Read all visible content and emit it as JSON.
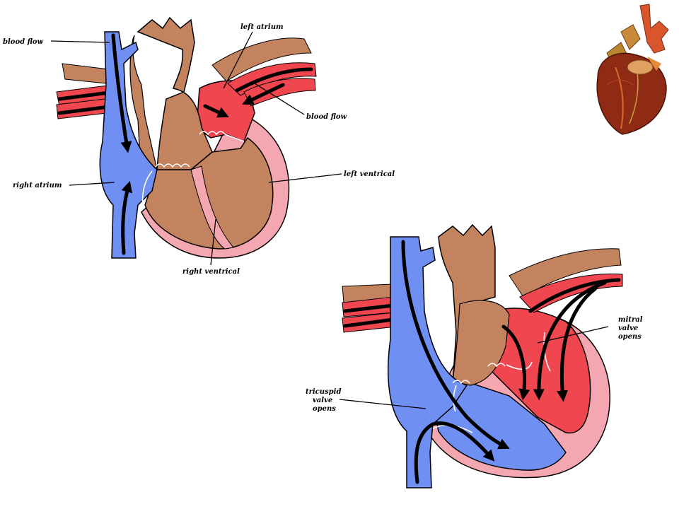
{
  "colors": {
    "vein_blue": "#6f8ff2",
    "artery_red": "#f0464f",
    "tissue_brown": "#c4835f",
    "muscle_pink": "#f4a7b1",
    "outline": "#000000"
  },
  "diagram1": {
    "labels": {
      "blood_flow_left": "blood flow",
      "left_atrium": "left atrium",
      "blood_flow_right": "blood flow",
      "right_atrium": "right atrium",
      "left_ventrical": "left ventrical",
      "right_ventrical": "right ventrical"
    }
  },
  "diagram2": {
    "labels": {
      "mitral": [
        "mitral",
        "valve",
        "opens"
      ],
      "tricuspid": [
        "tricuspid",
        "valve",
        "opens"
      ]
    }
  },
  "photo": {
    "icon": "anatomical-heart-photo"
  }
}
